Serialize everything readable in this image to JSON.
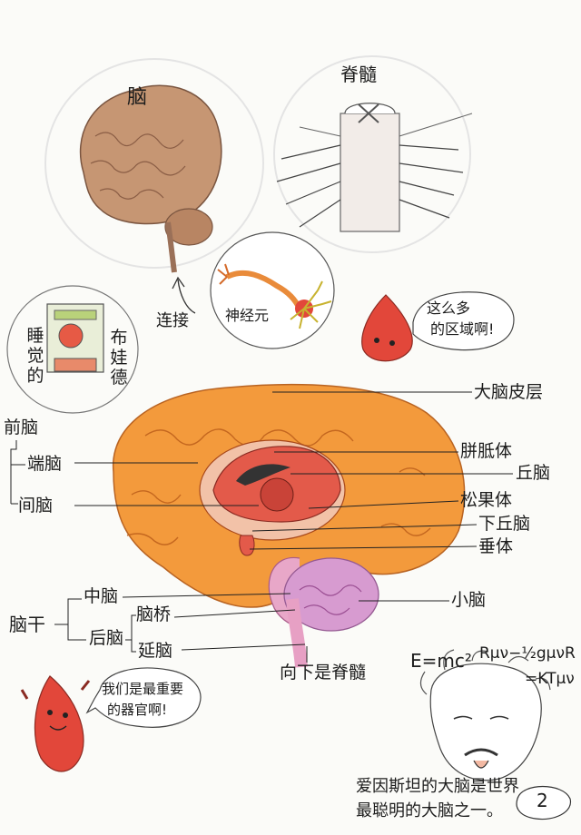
{
  "top": {
    "brain_label": "脑",
    "spine_label": "脊髓",
    "neuron_label": "神经元",
    "connect_label": "连接"
  },
  "sleep_panel": {
    "left_text": "睡觉的",
    "right_text": "布娃德"
  },
  "mascot_top": {
    "speech": [
      "这么多",
      "的区域啊!"
    ]
  },
  "diagram": {
    "forebrain": "前脑",
    "telencephalon": "端脑",
    "diencephalon": "间脑",
    "brainstem": "脑干",
    "midbrain": "中脑",
    "hindbrain": "后脑",
    "pons": "脑桥",
    "medulla": "延脑",
    "cortex": "大脑皮层",
    "corpus_callosum": "胼胝体",
    "thalamus": "丘脑",
    "pineal": "松果体",
    "hypothalamus": "下丘脑",
    "pituitary": "垂体",
    "cerebellum": "小脑",
    "spinal_down": "向下是脊髓"
  },
  "mascot_bottom": {
    "speech": [
      "我们是最重要",
      "的器官啊!"
    ]
  },
  "einstein": {
    "formula1": "E=mc²",
    "formula2": "Rμν−½gμνR",
    "formula3": "=KTμν",
    "caption_line1": "爱因斯坦的大脑是世界",
    "caption_line2": "最聪明的大脑之一。",
    "page_number": "2"
  },
  "colors": {
    "brain_orange": "#f39a3c",
    "cortex_tan": "#c99874",
    "cerebellum_pink": "#d79bd0",
    "inner_red": "#e35a4a",
    "mascot_red": "#e2473a"
  }
}
